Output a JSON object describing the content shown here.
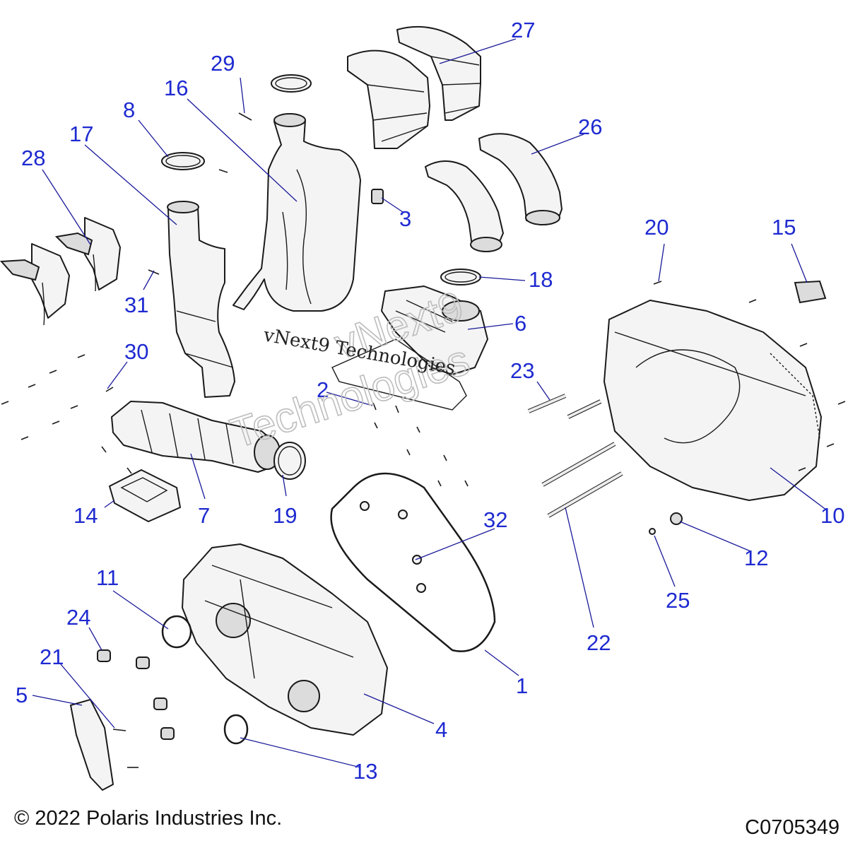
{
  "callouts": {
    "c1": "1",
    "c2": "2",
    "c3": "3",
    "c4": "4",
    "c5": "5",
    "c6": "6",
    "c7": "7",
    "c8": "8",
    "c10": "10",
    "c11": "11",
    "c12": "12",
    "c13": "13",
    "c14": "14",
    "c15": "15",
    "c16": "16",
    "c17": "17",
    "c18": "18",
    "c19": "19",
    "c20": "20",
    "c21": "21",
    "c22": "22",
    "c23": "23",
    "c24": "24",
    "c25": "25",
    "c26": "26",
    "c27": "27",
    "c28": "28",
    "c29": "29",
    "c30": "30",
    "c31": "31",
    "c32": "32"
  },
  "watermark": {
    "line_small": "vNext9 Technologies",
    "line_big_1": "vNext9",
    "line_big_2": "Technologies"
  },
  "footer": {
    "copyright": "© 2022 Polaris Industries Inc.",
    "code": "C0705349"
  },
  "colors": {
    "callout": "#1e2ad0",
    "line": "#1a1a1a"
  }
}
